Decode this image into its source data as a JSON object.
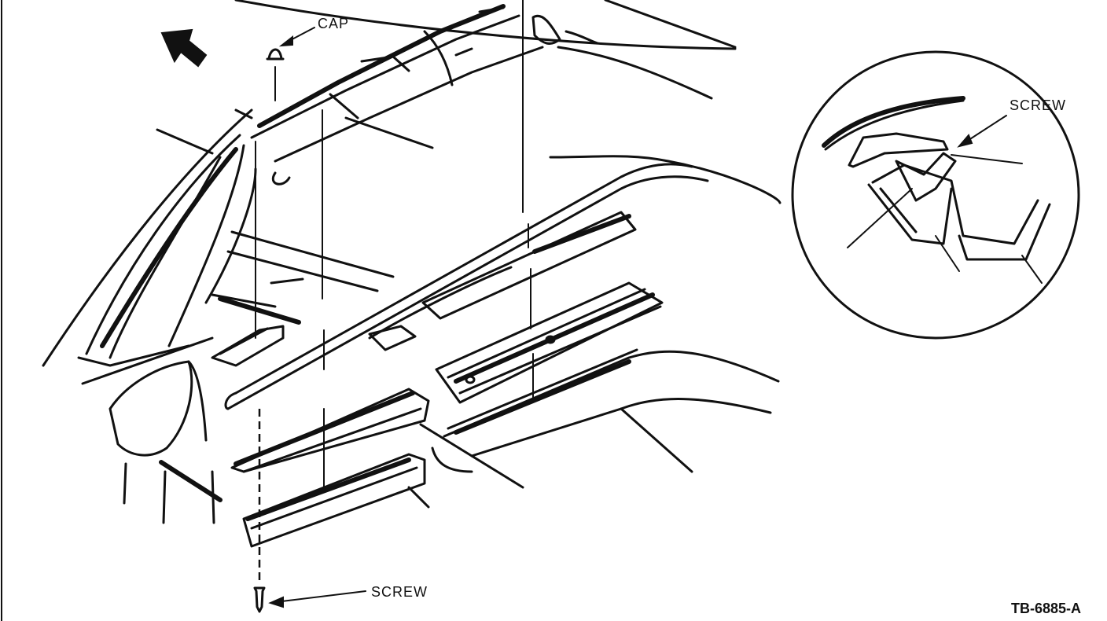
{
  "labels": {
    "cap": "CAP",
    "screw_detail": "SCREW",
    "screw_bottom": "SCREW",
    "figure_code": "TB-6885-A"
  },
  "colors": {
    "ink": "#111111",
    "paper": "#ffffff"
  }
}
